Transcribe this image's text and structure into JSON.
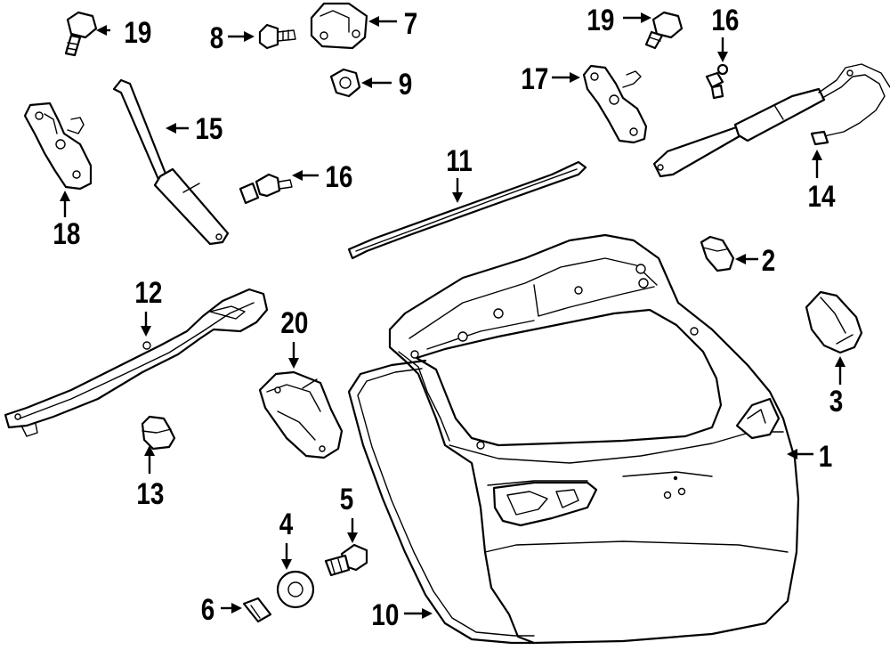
{
  "diagram": {
    "colors": {
      "line": "#000000",
      "background": "#ffffff"
    },
    "callouts": [
      {
        "id": "c19a",
        "number": "19"
      },
      {
        "id": "c8",
        "number": "8"
      },
      {
        "id": "c7",
        "number": "7"
      },
      {
        "id": "c9",
        "number": "9"
      },
      {
        "id": "c15",
        "number": "15"
      },
      {
        "id": "c16a",
        "number": "16"
      },
      {
        "id": "c18",
        "number": "18"
      },
      {
        "id": "c19b",
        "number": "19"
      },
      {
        "id": "c16b",
        "number": "16"
      },
      {
        "id": "c17",
        "number": "17"
      },
      {
        "id": "c14",
        "number": "14"
      },
      {
        "id": "c11",
        "number": "11"
      },
      {
        "id": "c2",
        "number": "2"
      },
      {
        "id": "c3",
        "number": "3"
      },
      {
        "id": "c12",
        "number": "12"
      },
      {
        "id": "c20",
        "number": "20"
      },
      {
        "id": "c1",
        "number": "1"
      },
      {
        "id": "c13",
        "number": "13"
      },
      {
        "id": "c5",
        "number": "5"
      },
      {
        "id": "c4",
        "number": "4"
      },
      {
        "id": "c6",
        "number": "6"
      },
      {
        "id": "c10",
        "number": "10"
      }
    ]
  }
}
